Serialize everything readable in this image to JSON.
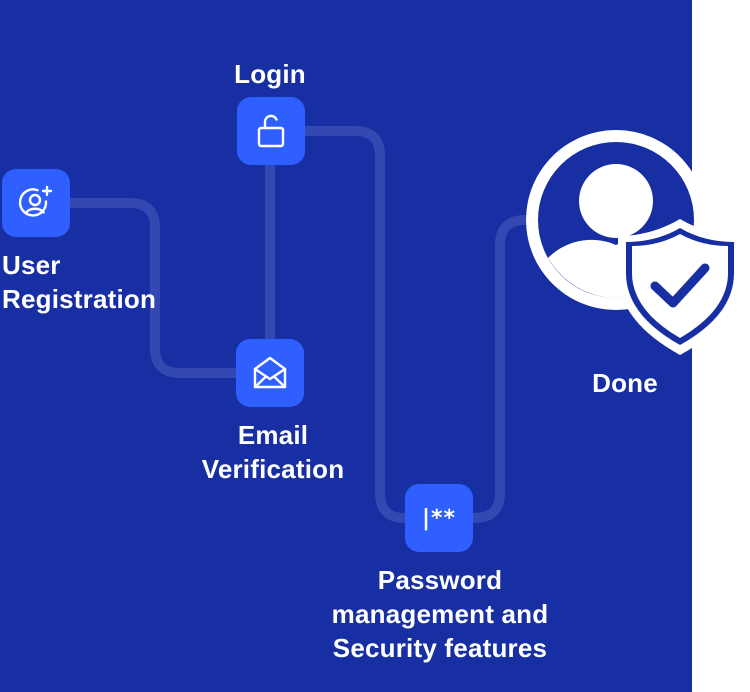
{
  "steps": [
    {
      "id": "user-registration",
      "line1": "User",
      "line2": "Registration",
      "icon": "user-add-icon"
    },
    {
      "id": "login",
      "line1": "Login",
      "icon": "unlock-icon"
    },
    {
      "id": "email-verification",
      "line1": "Email",
      "line2": "Verification",
      "icon": "envelope-open-icon"
    },
    {
      "id": "password-management",
      "line1": "Password",
      "line2": "management and",
      "line3": "Security features",
      "icon": "password-icon",
      "icon_text": "|**"
    },
    {
      "id": "done",
      "line1": "Done",
      "icon": "shield-check-icon"
    }
  ],
  "colors": {
    "background": "#172fa2",
    "node": "#2f5fff",
    "connector": "#3348b0",
    "text": "#ffffff"
  }
}
